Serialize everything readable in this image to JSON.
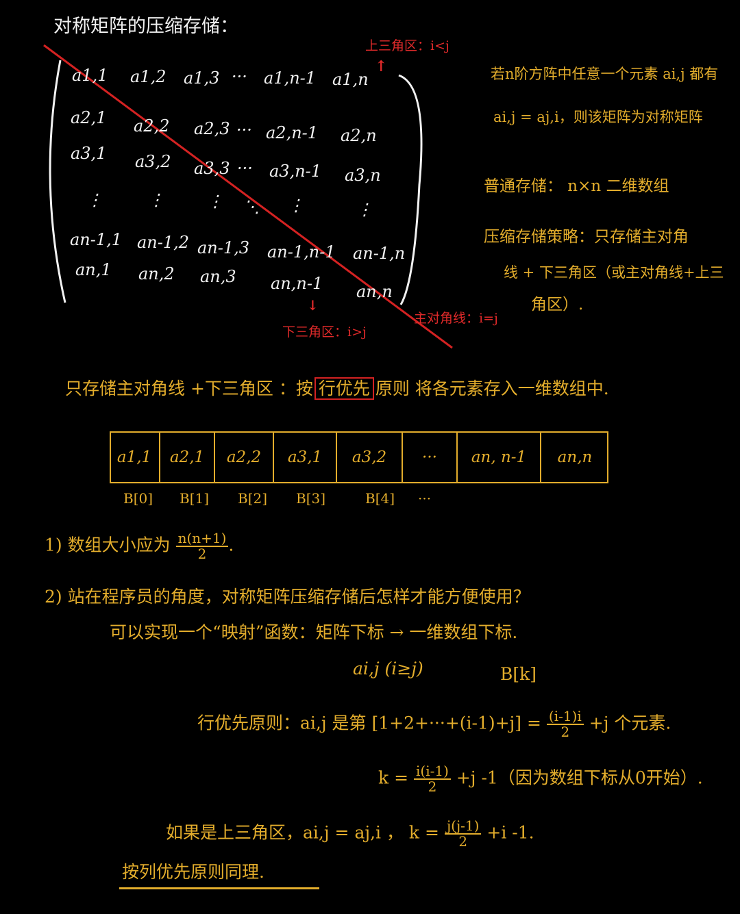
{
  "title": "对称矩阵的压缩存储：",
  "matrix": {
    "rows": [
      [
        "a1,1",
        "a1,2",
        "a1,3",
        "···",
        "a1,n-1",
        "a1,n"
      ],
      [
        "a2,1",
        "a2,2",
        "a2,3",
        "···",
        "a2,n-1",
        "a2,n"
      ],
      [
        "a3,1",
        "a3,2",
        "a3,3",
        "···",
        "a3,n-1",
        "a3,n"
      ],
      [
        "⋮",
        "⋮",
        "⋮",
        "⋱",
        "⋮",
        "⋮"
      ],
      [
        "an-1,1",
        "an-1,2",
        "an-1,3",
        "",
        "an-1,n-1",
        "an-1,n"
      ],
      [
        "an,1",
        "an,2",
        "an,3",
        "",
        "an,n-1",
        "an,n"
      ]
    ],
    "upper_label": "上三角区：i<j",
    "lower_label": "下三角区：i>j",
    "diag_label": "主对角线：i=j",
    "up_arrow": "↑",
    "down_arrow": "↓"
  },
  "notes": {
    "def1": "若n阶方阵中任意一个元素 ai,j 都有",
    "def2": "ai,j = aj,i，则该矩阵为对称矩阵",
    "normal": "普通存储： n×n 二维数组",
    "strategy1": "压缩存储策略：只存储主对角",
    "strategy2": "线 + 下三角区（或主对角线+上三",
    "strategy3": "角区）."
  },
  "store_pre": "只存储主对角线 +下三角区 ：按",
  "store_box": "行优先",
  "store_post": "原则 将各元素存入一维数组中.",
  "array": {
    "cells": [
      "a1,1",
      "a2,1",
      "a2,2",
      "a3,1",
      "a3,2",
      "···",
      "an, n-1",
      "an,n"
    ],
    "labels": [
      "B[0]",
      "B[1]",
      "B[2]",
      "B[3]",
      "B[4]",
      "···"
    ]
  },
  "q1_pre": "1) 数组大小应为",
  "q1_num": "n(n+1)",
  "q1_den": "2",
  "q1_post": ".",
  "q2": "2) 站在程序员的角度，对称矩阵压缩存储后怎样才能方便使用？",
  "map_line": "可以实现一个“映射”函数：矩阵下标 → 一维数组下标.",
  "map_left": "ai,j (i≥j)",
  "map_right": "B[k]",
  "row_pre": "行优先原则：ai,j 是第 [1+2+···+(i-1)+j] =",
  "row_num": "(i-1)i",
  "row_den": "2",
  "row_post": "+j 个元素.",
  "k_pre": "k =",
  "k_num": "i(i-1)",
  "k_den": "2",
  "k_post": "+j -1（因为数组下标从0开始）.",
  "upper_pre": "如果是上三角区，ai,j = aj,i ，  k =",
  "upper_num": "j(j-1)",
  "upper_den": "2",
  "upper_post": "+i -1.",
  "col_rule": "按列优先原则同理."
}
